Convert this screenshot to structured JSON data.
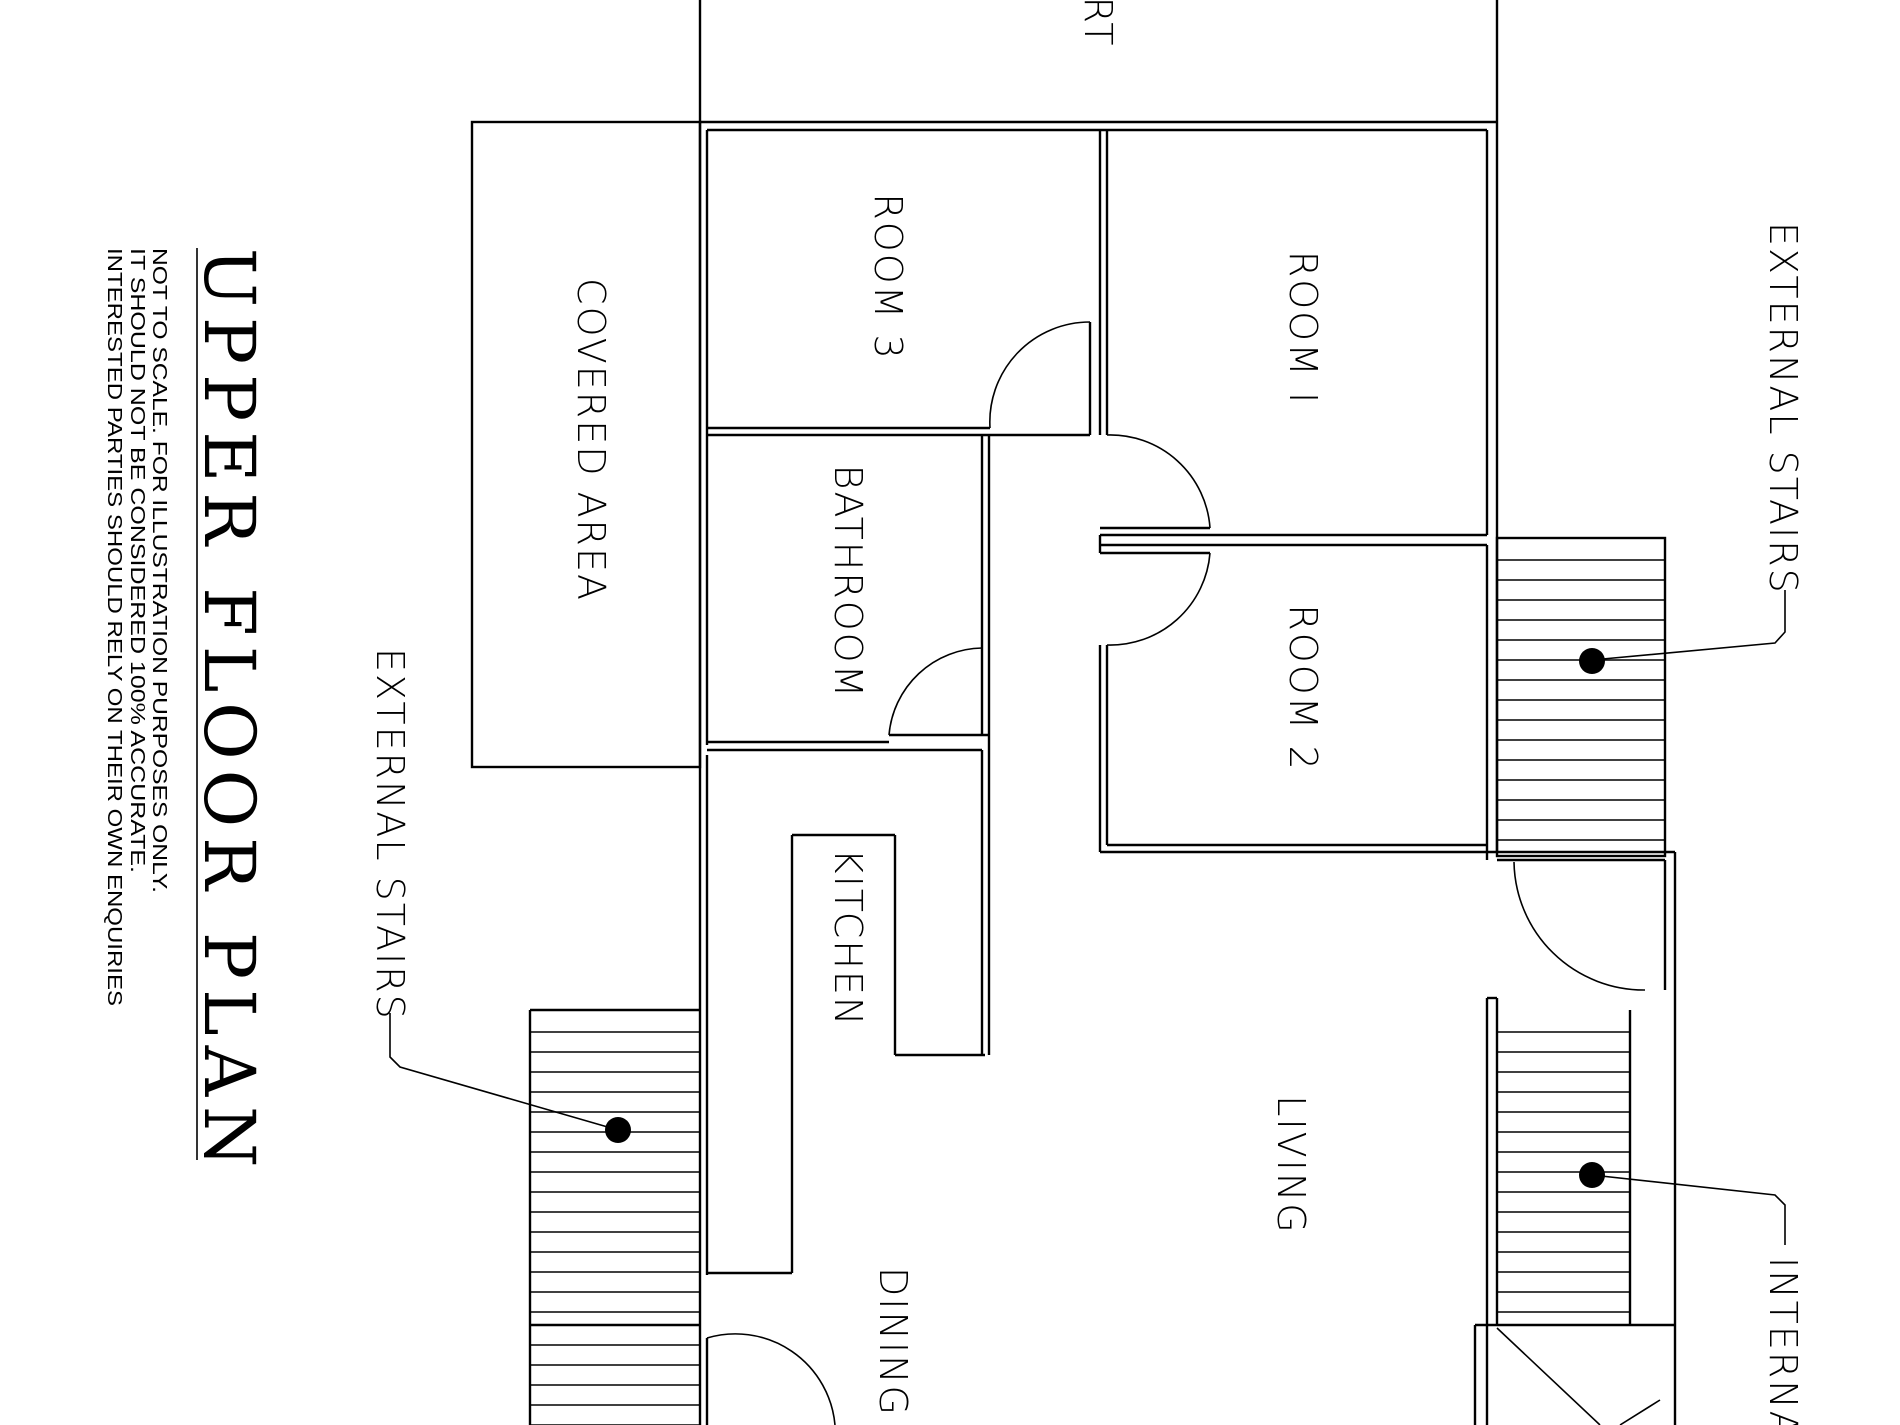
{
  "title": "UPPER FLOOR PLAN",
  "disclaimer": [
    "NOT TO SCALE. FOR ILLUSTRATION PURPOSES ONLY.",
    "IT SHOULD NOT BE CONSIDERED 100% ACCURATE.",
    "INTERESTED PARTIES SHOULD RELY ON THEIR OWN ENQUIRIES"
  ],
  "rooms": {
    "top_cut": "RT",
    "covered_area": "COVERED AREA",
    "room3": "ROOM 3",
    "room1": "ROOM I",
    "bathroom": "BATHROOM",
    "room2": "ROOM 2",
    "kitchen": "KITCHEN",
    "living": "LIVING",
    "dining": "DINING"
  },
  "callouts": {
    "external_stairs_right": "EXTERNAL STAIRS",
    "external_stairs_left": "EXTERNAL STAIRS",
    "internal_stairs": "INTERNA"
  }
}
